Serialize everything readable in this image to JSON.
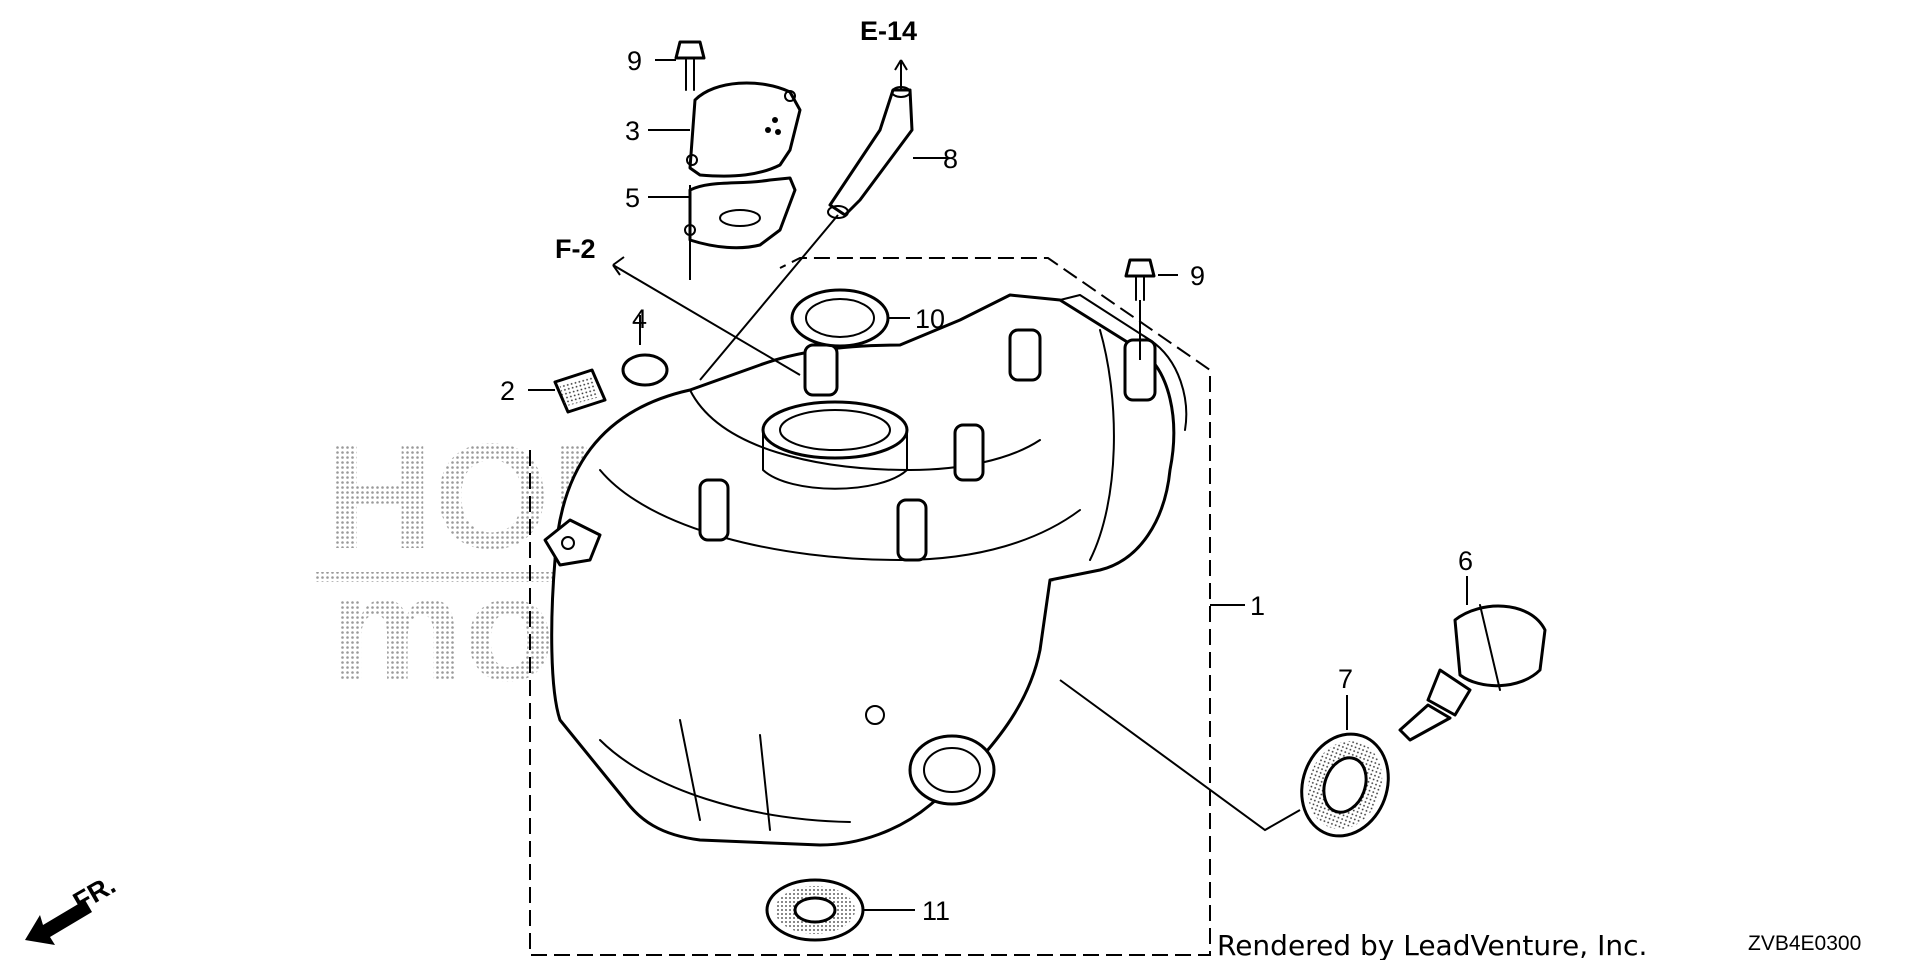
{
  "diagram": {
    "callouts": {
      "p1": "1",
      "p2": "2",
      "p3": "3",
      "p4": "4",
      "p5": "5",
      "p6": "6",
      "p7": "7",
      "p8": "8",
      "p9a": "9",
      "p9b": "9",
      "p10": "10",
      "p11": "11"
    },
    "refs": {
      "e14": "E-14",
      "f2": "F-2"
    },
    "direction_label": "FR.",
    "watermark": {
      "line1": "HON",
      "line2": "motors"
    },
    "footer": {
      "rendered_by": "Rendered by LeadVenture, Inc.",
      "diagram_code": "ZVB4E0300"
    }
  }
}
